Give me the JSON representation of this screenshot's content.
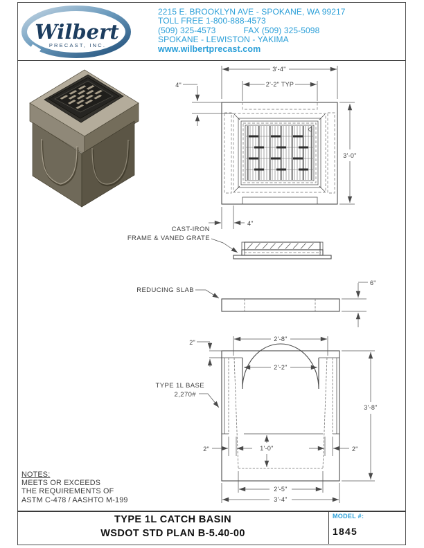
{
  "header": {
    "logo_name": "Wilbert",
    "logo_subtext": "PRECAST, INC.",
    "address": "2215 E. BROOKLYN AVE - SPOKANE, WA 99217",
    "toll_free": "TOLL FREE  1-800-888-4573",
    "phone": "(509) 325-4573",
    "fax": "FAX (509) 325-5098",
    "locations": "SPOKANE - LEWISTON - YAKIMA",
    "website": "www.wilbertprecast.com",
    "accent_color": "#2b9fd8"
  },
  "plan_view": {
    "dim_width": "3'-4\"",
    "dim_grate": "2'-2\" TYP",
    "dim_lip_top": "4\"",
    "dim_depth": "3'-0\"",
    "dim_lip_bottom": "4\""
  },
  "grate_view": {
    "label_line1": "CAST-IRON",
    "label_line2": "FRAME & VANED GRATE"
  },
  "slab_view": {
    "label": "REDUCING SLAB",
    "dim_thickness": "6\""
  },
  "base_view": {
    "label_line1": "TYPE 1L BASE",
    "label_line2": "2,270#",
    "dim_top_lip": "2\"",
    "dim_opening_top": "2'-8\"",
    "dim_knockout": "2'-2\"",
    "dim_height": "3'-8\"",
    "dim_wall_left": "2\"",
    "dim_wall_right": "2\"",
    "dim_sump": "1'-0\"",
    "dim_base_inner": "2'-5\"",
    "dim_base_width": "3'-4\""
  },
  "notes": {
    "heading": "NOTES:",
    "line1": "MEETS OR EXCEEDS",
    "line2": "THE REQUIREMENTS OF",
    "line3": "ASTM C-478 / AASHTO M-199"
  },
  "title_block": {
    "title_line1": "TYPE 1L CATCH BASIN",
    "title_line2": "WSDOT STD PLAN B-5.40-00",
    "model_label": "MODEL #:",
    "model_number": "1845"
  }
}
